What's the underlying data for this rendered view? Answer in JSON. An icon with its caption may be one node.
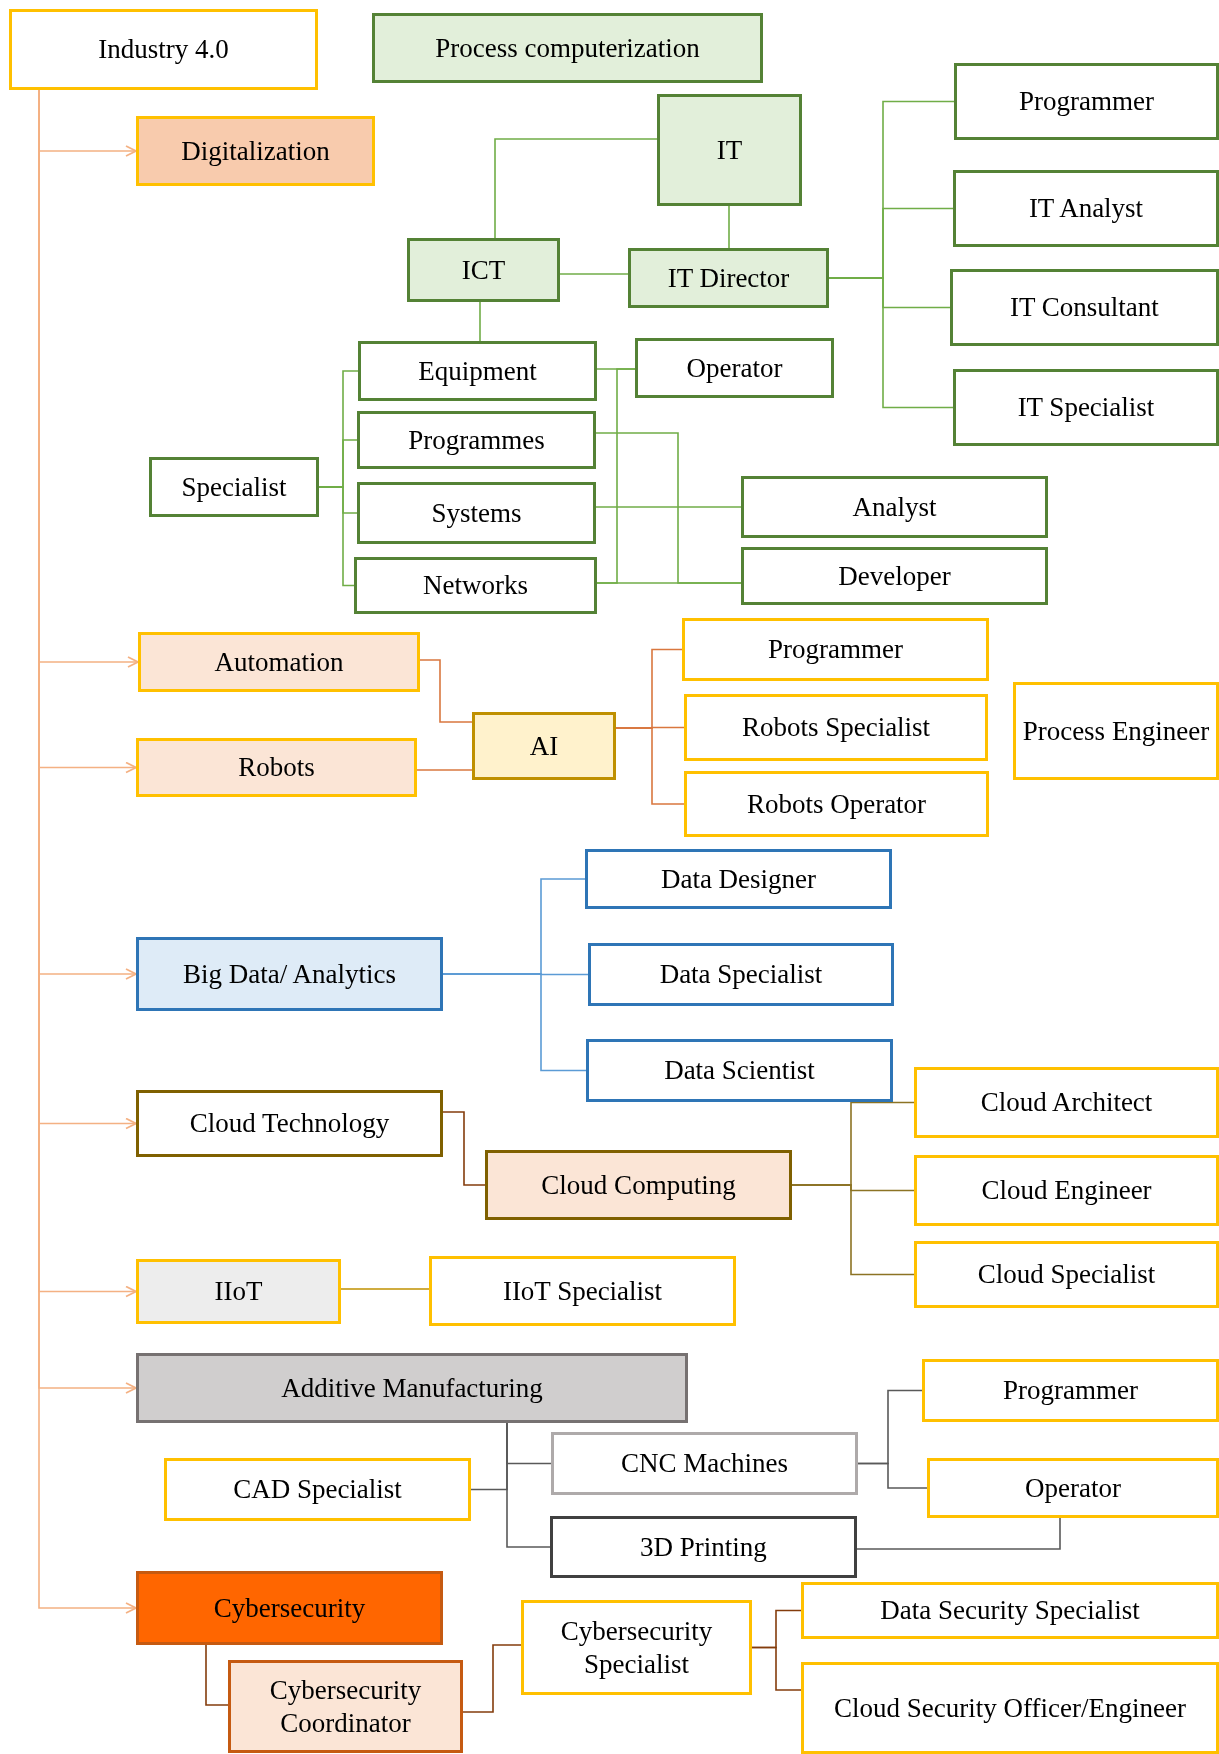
{
  "diagram": {
    "nodes": [
      {
        "text": [
          "Industry 4.0"
        ]
      },
      {
        "text": [
          "Process computerization"
        ]
      },
      {
        "text": [
          "Digitalization"
        ]
      },
      {
        "text": [
          "IT"
        ]
      },
      {
        "text": [
          "ICT"
        ]
      },
      {
        "text": [
          "IT Director"
        ]
      },
      {
        "text": [
          "Programmer"
        ]
      },
      {
        "text": [
          "IT Analyst"
        ]
      },
      {
        "text": [
          "IT Consultant"
        ]
      },
      {
        "text": [
          "IT Specialist"
        ]
      },
      {
        "text": [
          "Equipment"
        ]
      },
      {
        "text": [
          "Operator"
        ]
      },
      {
        "text": [
          "Specialist"
        ]
      },
      {
        "text": [
          "Programmes"
        ]
      },
      {
        "text": [
          "Systems"
        ]
      },
      {
        "text": [
          "Networks"
        ]
      },
      {
        "text": [
          "Analyst"
        ]
      },
      {
        "text": [
          "Developer"
        ]
      },
      {
        "text": [
          "Automation"
        ]
      },
      {
        "text": [
          "Robots"
        ]
      },
      {
        "text": [
          "AI"
        ]
      },
      {
        "text": [
          "Programmer"
        ]
      },
      {
        "text": [
          "Robots Specialist"
        ]
      },
      {
        "text": [
          "Robots Operator"
        ]
      },
      {
        "text": [
          "Process Engineer"
        ]
      },
      {
        "text": [
          "Data Designer"
        ]
      },
      {
        "text": [
          "Big Data/ Analytics"
        ]
      },
      {
        "text": [
          "Data Specialist"
        ]
      },
      {
        "text": [
          "Data Scientist"
        ]
      },
      {
        "text": [
          "Cloud Technology"
        ]
      },
      {
        "text": [
          "Cloud Computing"
        ]
      },
      {
        "text": [
          "Cloud Architect"
        ]
      },
      {
        "text": [
          "Cloud Engineer"
        ]
      },
      {
        "text": [
          "Cloud Specialist"
        ]
      },
      {
        "text": [
          "IIoT"
        ]
      },
      {
        "text": [
          "IIoT Specialist"
        ]
      },
      {
        "text": [
          "Additive Manufacturing"
        ]
      },
      {
        "text": [
          "Programmer"
        ]
      },
      {
        "text": [
          "CNC Machines"
        ]
      },
      {
        "text": [
          "CAD Specialist"
        ]
      },
      {
        "text": [
          "Operator"
        ]
      },
      {
        "text": [
          "3D Printing"
        ]
      },
      {
        "text": [
          "Cybersecurity"
        ]
      },
      {
        "text": [
          "Cybersecurity Specialist"
        ]
      },
      {
        "text": [
          "Data Security Specialist"
        ]
      },
      {
        "text": [
          "Cybersecurity Coordinator"
        ]
      },
      {
        "text": [
          "Cloud Security Officer/Engineer"
        ]
      }
    ],
    "edges": [
      {
        "from": 0,
        "to": 2,
        "arrow": "to",
        "color": "#f4b183"
      },
      {
        "from": 0,
        "to": 18,
        "arrow": "to",
        "color": "#f4b183"
      },
      {
        "from": 0,
        "to": 19,
        "arrow": "to",
        "color": "#f4b183"
      },
      {
        "from": 0,
        "to": 26,
        "arrow": "to",
        "color": "#f4b183"
      },
      {
        "from": 0,
        "to": 29,
        "arrow": "to",
        "color": "#f4b183"
      },
      {
        "from": 0,
        "to": 34,
        "arrow": "to",
        "color": "#f4b183"
      },
      {
        "from": 0,
        "to": 36,
        "arrow": "to",
        "color": "#f4b183"
      },
      {
        "from": 0,
        "to": 42,
        "arrow": "to",
        "color": "#f4b183"
      },
      {
        "from": 3,
        "to": 4,
        "arrow": "none"
      },
      {
        "from": 3,
        "to": 5,
        "arrow": "none"
      },
      {
        "from": 4,
        "to": 5,
        "arrow": "none"
      },
      {
        "from": 5,
        "to": 6,
        "arrow": "none"
      },
      {
        "from": 5,
        "to": 7,
        "arrow": "none"
      },
      {
        "from": 5,
        "to": 8,
        "arrow": "none"
      },
      {
        "from": 5,
        "to": 9,
        "arrow": "none"
      },
      {
        "from": 4,
        "to": 10,
        "arrow": "none"
      },
      {
        "from": 12,
        "to": 10,
        "arrow": "none"
      },
      {
        "from": 12,
        "to": 13,
        "arrow": "none"
      },
      {
        "from": 12,
        "to": 14,
        "arrow": "none"
      },
      {
        "from": 12,
        "to": 15,
        "arrow": "none"
      },
      {
        "from": 10,
        "to": 11,
        "arrow": "none"
      },
      {
        "from": 15,
        "to": 11,
        "arrow": "none"
      },
      {
        "from": 13,
        "to": 17,
        "arrow": "none"
      },
      {
        "from": 14,
        "to": 16,
        "arrow": "none"
      },
      {
        "from": 15,
        "to": 17,
        "arrow": "none"
      },
      {
        "from": 18,
        "to": 20,
        "arrow": "none",
        "color": "#d9773f"
      },
      {
        "from": 19,
        "to": 20,
        "arrow": "none",
        "color": "#d9773f"
      },
      {
        "from": 20,
        "to": 21,
        "arrow": "none",
        "color": "#d9773f"
      },
      {
        "from": 20,
        "to": 22,
        "arrow": "none",
        "color": "#d9773f"
      },
      {
        "from": 20,
        "to": 23,
        "arrow": "none",
        "color": "#d9773f"
      },
      {
        "from": 26,
        "to": 25,
        "arrow": "none",
        "color": "#5b9bd5"
      },
      {
        "from": 26,
        "to": 27,
        "arrow": "none",
        "color": "#5b9bd5"
      },
      {
        "from": 26,
        "to": 28,
        "arrow": "none",
        "color": "#5b9bd5"
      },
      {
        "from": 29,
        "to": 30,
        "arrow": "none",
        "color": "#843c0c"
      },
      {
        "from": 30,
        "to": 31,
        "arrow": "none",
        "color": "#8c7324"
      },
      {
        "from": 30,
        "to": 32,
        "arrow": "none",
        "color": "#8c7324"
      },
      {
        "from": 30,
        "to": 33,
        "arrow": "none",
        "color": "#8c7324"
      },
      {
        "from": 34,
        "to": 35,
        "arrow": "none",
        "color": "#bf9000"
      },
      {
        "from": 36,
        "to": 38,
        "arrow": "none",
        "color": "#595959"
      },
      {
        "from": 36,
        "to": 39,
        "arrow": "none",
        "color": "#595959"
      },
      {
        "from": 36,
        "to": 41,
        "arrow": "none",
        "color": "#595959"
      },
      {
        "from": 38,
        "to": 37,
        "arrow": "none",
        "color": "#595959"
      },
      {
        "from": 38,
        "to": 40,
        "arrow": "none",
        "color": "#595959"
      },
      {
        "from": 41,
        "to": 40,
        "arrow": "none",
        "color": "#595959"
      },
      {
        "from": 42,
        "to": 45,
        "arrow": "none",
        "color": "#843c0c"
      },
      {
        "from": 45,
        "to": 43,
        "arrow": "none",
        "color": "#843c0c"
      },
      {
        "from": 43,
        "to": 44,
        "arrow": "none",
        "color": "#843c0c"
      },
      {
        "from": 43,
        "to": 46,
        "arrow": "none",
        "color": "#843c0c"
      }
    ]
  }
}
